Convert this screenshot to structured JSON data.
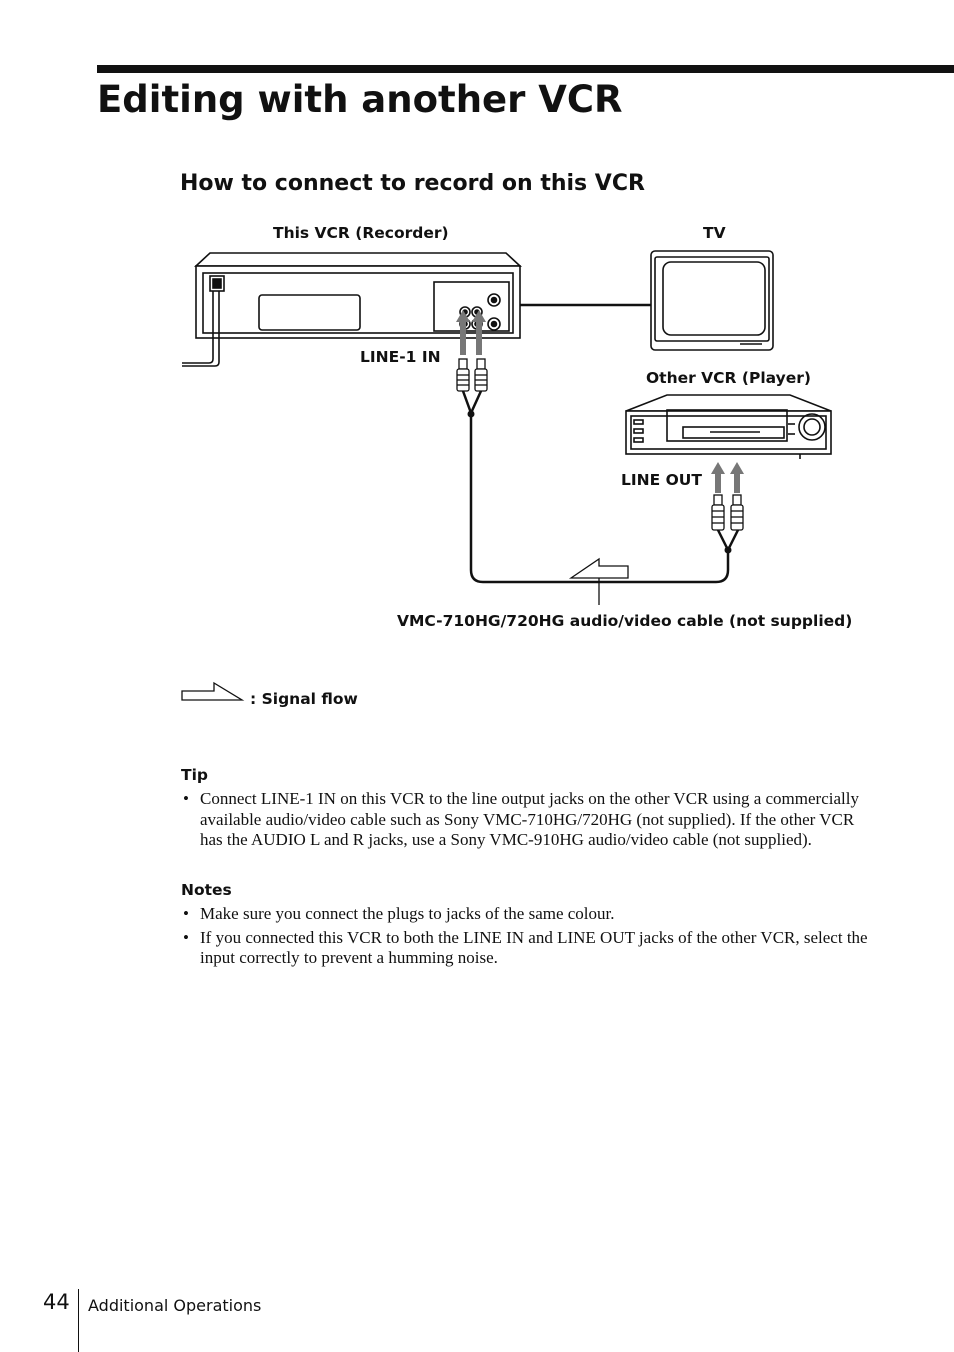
{
  "page": {
    "title": "Editing with another VCR",
    "section_title": "How to connect to record on this VCR"
  },
  "diagram": {
    "recorder_label": "This VCR (Recorder)",
    "tv_label": "TV",
    "line_in_label": "LINE-1 IN",
    "player_label": "Other VCR (Player)",
    "line_out_label": "LINE OUT",
    "cable_label": "VMC-710HG/720HG audio/video cable (not supplied)",
    "legend_label": ": Signal flow"
  },
  "tip": {
    "heading": "Tip",
    "items": [
      "Connect LINE-1 IN on this VCR to the line output jacks on the other VCR using a commercially available audio/video cable such as Sony VMC-710HG/720HG (not supplied). If the other VCR has the AUDIO L and R jacks, use a Sony VMC-910HG audio/video cable (not supplied)."
    ]
  },
  "notes": {
    "heading": "Notes",
    "items": [
      "Make sure you connect the plugs to jacks of the same colour.",
      "If you connected this VCR to both the LINE IN and LINE OUT jacks of the other VCR, select the input correctly to prevent a humming noise."
    ]
  },
  "footer": {
    "page_number": "44",
    "section": "Additional Operations"
  }
}
